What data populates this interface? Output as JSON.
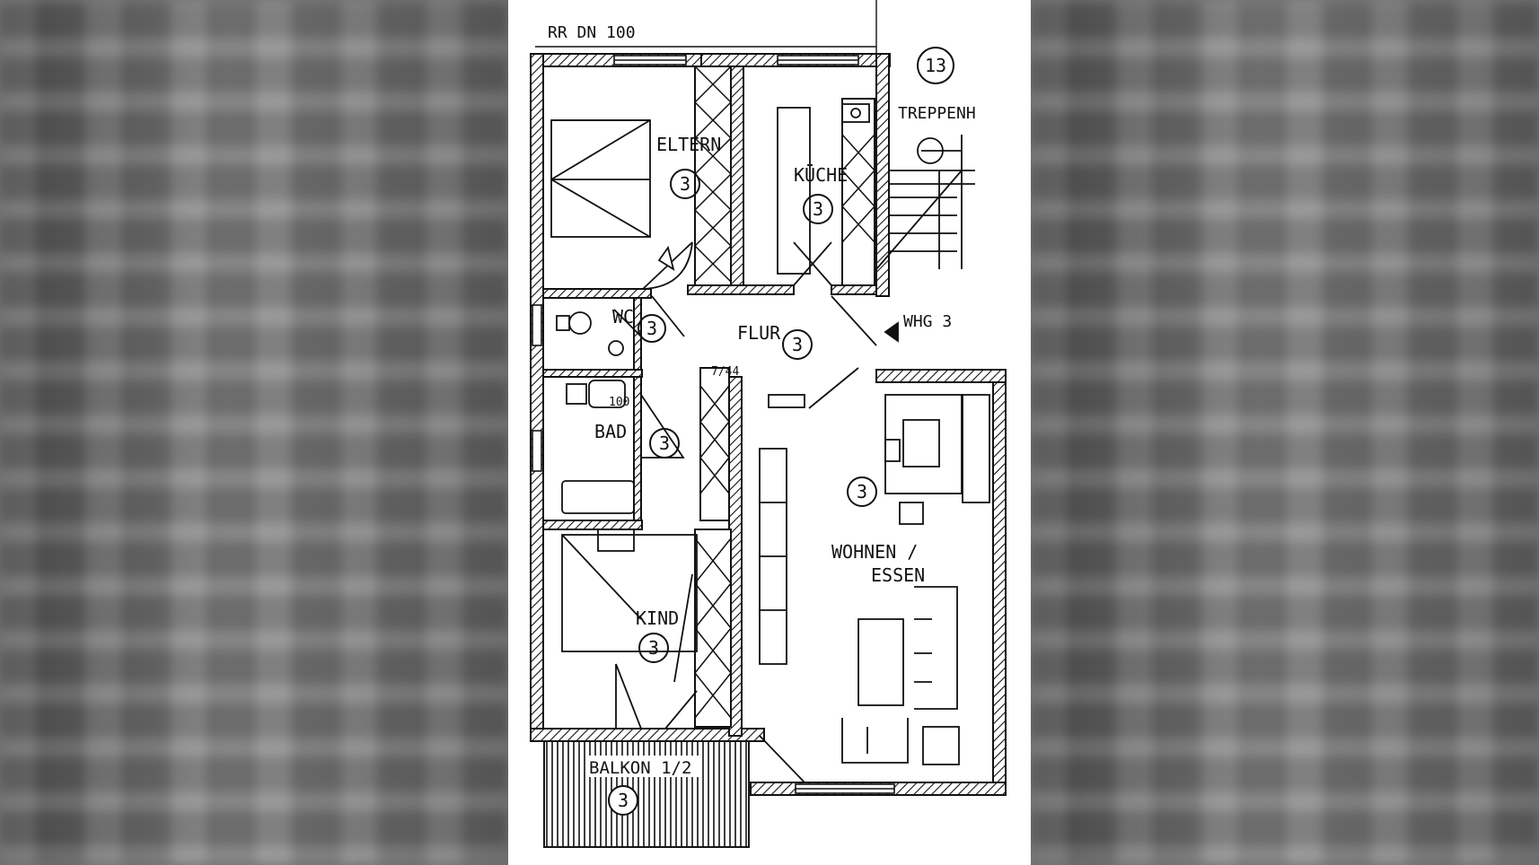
{
  "plan": {
    "header_note": "RR DN 100",
    "unit_badge": "13",
    "rooms": [
      {
        "key": "eltern",
        "label": "ELTERN",
        "number": "3"
      },
      {
        "key": "kueche",
        "label": "KÜCHE",
        "number": "3"
      },
      {
        "key": "treppenhaus",
        "label": "TREPPENH",
        "number": ""
      },
      {
        "key": "wc",
        "label": "WC",
        "number": "3"
      },
      {
        "key": "flur",
        "label": "FLUR",
        "number": "3"
      },
      {
        "key": "whg",
        "label": "WHG 3",
        "number": ""
      },
      {
        "key": "bad",
        "label": "BAD",
        "number": "3"
      },
      {
        "key": "wohnen",
        "label_line1": "WOHNEN /",
        "label_line2": "ESSEN",
        "number": "3"
      },
      {
        "key": "kind",
        "label": "KIND",
        "number": "3"
      },
      {
        "key": "balkon",
        "label": "BALKON 1/2",
        "number": "3"
      }
    ],
    "small_notes": {
      "flur_dim": "7/44",
      "bad_dim": "100"
    }
  }
}
